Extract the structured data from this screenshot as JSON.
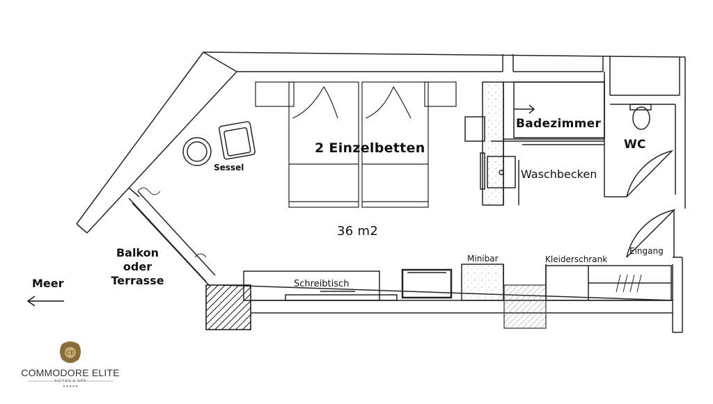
{
  "labels": {
    "beds": "2 Einzelbetten",
    "area": "36 m2",
    "armchair": "Sessel",
    "balcony_line1": "Balkon",
    "balcony_line2": "oder",
    "balcony_line3": "Terrasse",
    "sea": "Meer",
    "desk": "Schreibtisch",
    "minibar": "Minibar",
    "wardrobe": "Kleiderschrank",
    "entrance": "Eingang",
    "bathroom": "Badezimmer",
    "wc": "WC",
    "sink": "Waschbecken"
  },
  "logo": {
    "name": "COMMODORE ELITE",
    "tagline": "SUITES & SPA"
  },
  "colors": {
    "lines": "#222222",
    "text": "#111111",
    "logo_gold": "#8a6d3b"
  }
}
